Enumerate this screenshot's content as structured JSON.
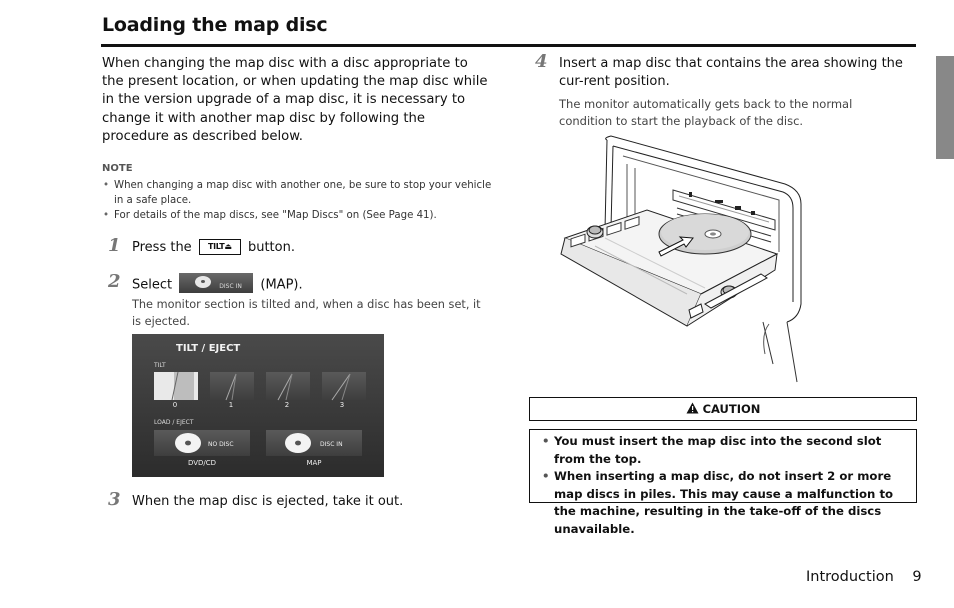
{
  "page": {
    "title": "Loading the map disc",
    "intro": "When changing the map disc with a disc appropriate to the present location, or when updating the map disc while in the version upgrade of a map disc, it is necessary to change it with another map disc by following the procedure as described below.",
    "note_heading": "NOTE",
    "notes": [
      "When changing a map disc with another one, be sure to stop your vehicle in a safe place.",
      "For details of the map discs, see \"Map Discs\" on (See Page 41)."
    ]
  },
  "steps": [
    {
      "num": "1",
      "before": "Press the",
      "button": "TILT⏏",
      "after": "button."
    },
    {
      "num": "2",
      "before": "Select",
      "button_label": "DISC IN",
      "after": "(MAP).",
      "sub": "The monitor section is tilted and, when a disc has been set, it is ejected."
    },
    {
      "num": "3",
      "text": "When the map disc is ejected, take it out."
    },
    {
      "num": "4",
      "text": "Insert a map disc that contains the area showing the cur-rent position.",
      "sub": "The monitor automatically gets back to the normal condition to start the playback of the disc."
    }
  ],
  "screen": {
    "header": "TILT / EJECT",
    "tilt_label": "TILT",
    "tilt_levels": [
      "0",
      "1",
      "2",
      "3"
    ],
    "load_label": "LOAD / EJECT",
    "dvd_button": "NO DISC",
    "dvd_caption": "DVD/CD",
    "map_button": "DISC IN",
    "map_caption": "MAP"
  },
  "caution": {
    "heading": "CAUTION",
    "items": [
      "You must insert the map disc into the second slot from the top.",
      "When inserting a map disc, do not insert 2 or more map discs in piles. This may cause a malfunction to the machine, resulting in the take-off of the discs unavailable."
    ]
  },
  "footer": {
    "section": "Introduction",
    "page_number": "9"
  }
}
